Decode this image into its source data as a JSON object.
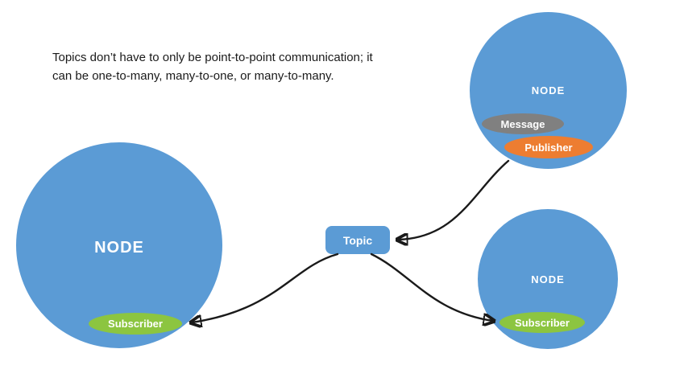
{
  "caption": {
    "line1": "Topics don’t have to only be point-to-point communication; it",
    "line2": "can be one-to-many, many-to-one, or many-to-many."
  },
  "topic": {
    "label": "Topic"
  },
  "nodes": {
    "left": {
      "label": "NODE",
      "subscriber_label": "Subscriber"
    },
    "top_right": {
      "label": "NODE",
      "message_label": "Message",
      "publisher_label": "Publisher"
    },
    "bottom_right": {
      "label": "NODE",
      "subscriber_label": "Subscriber"
    }
  },
  "colors": {
    "node_blue": "#5b9bd5",
    "subscriber_green": "#8cc540",
    "publisher_orange": "#ed7d31",
    "message_gray": "#808080",
    "arrow_black": "#1a1a1a",
    "background": "#ffffff"
  }
}
